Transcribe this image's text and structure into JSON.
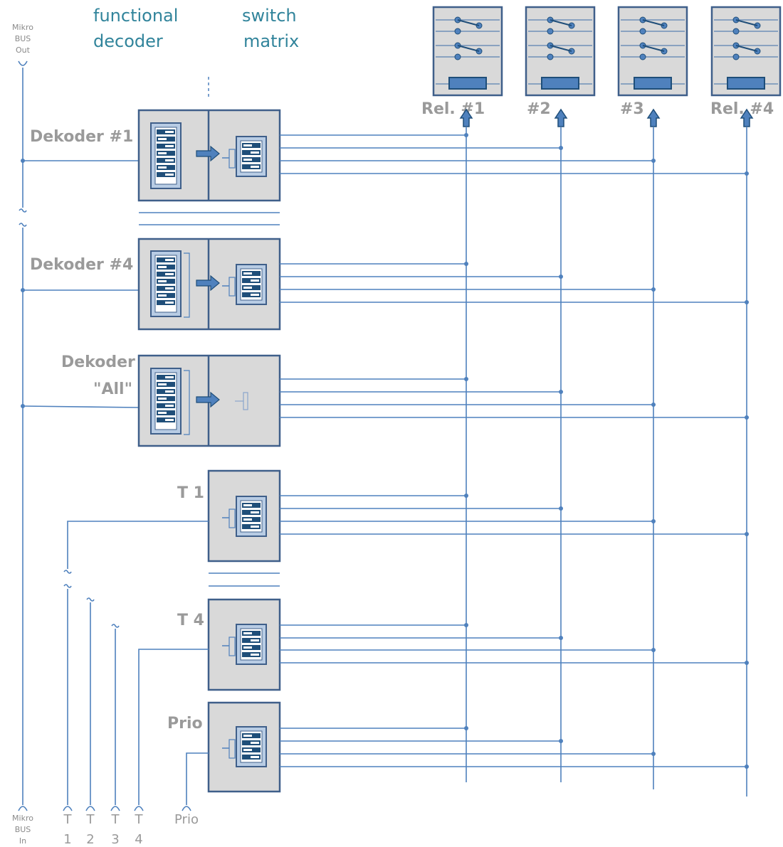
{
  "headers": {
    "functional_decoder": [
      "functional",
      "decoder"
    ],
    "switch_matrix": [
      "switch",
      "matrix"
    ]
  },
  "bus": {
    "out_label": [
      "Mikro",
      "BUS",
      "Out"
    ],
    "in_label": [
      "Mikro",
      "BUS",
      "In"
    ]
  },
  "relays": {
    "labels": [
      "Rel. #1",
      "#2",
      "#3",
      "Rel. #4"
    ]
  },
  "modules": {
    "dekoder_1": "Dekoder #1",
    "dekoder_4": "Dekoder #4",
    "dekoder_all": [
      "Dekoder",
      "\"All\""
    ],
    "t1": "T 1",
    "t4": "T 4",
    "prio": "Prio"
  },
  "inputs": {
    "t_letters": [
      "T",
      "T",
      "T",
      "T"
    ],
    "t_numbers": [
      "1",
      "2",
      "3",
      "4"
    ],
    "prio": "Prio"
  },
  "colors": {
    "line": "#4f81bd",
    "box_fill": "#d9d9d9",
    "box_border": "#3f5f8a",
    "header_text": "#31849b",
    "label_text": "#9a9a9a"
  }
}
